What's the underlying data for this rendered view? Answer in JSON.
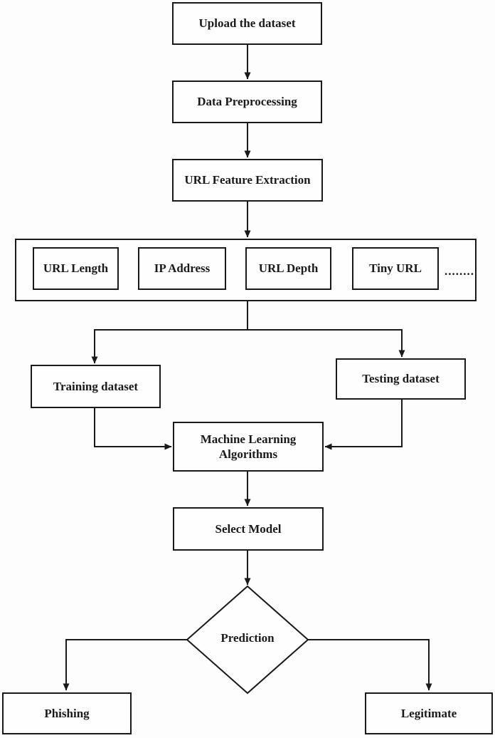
{
  "diagram": {
    "nodes": {
      "upload": {
        "label": "Upload the dataset"
      },
      "preprocessing": {
        "label": "Data Preprocessing"
      },
      "feature_extraction": {
        "label": "URL Feature Extraction"
      },
      "features": [
        {
          "label": "URL Length"
        },
        {
          "label": "IP Address"
        },
        {
          "label": "URL Depth"
        },
        {
          "label": "Tiny URL"
        }
      ],
      "features_ellipsis": "........",
      "training": {
        "label": "Training dataset"
      },
      "testing": {
        "label": "Testing dataset"
      },
      "ml_algorithms": {
        "label": "Machine Learning Algorithms"
      },
      "select_model": {
        "label": "Select Model"
      },
      "prediction": {
        "label": "Prediction"
      },
      "phishing": {
        "label": "Phishing"
      },
      "legitimate": {
        "label": "Legitimate"
      }
    },
    "colors": {
      "line": "#1a1a1a",
      "box_background": "#fefefe",
      "page_background": "#fdfdfd",
      "text": "#1a1a1a"
    }
  }
}
